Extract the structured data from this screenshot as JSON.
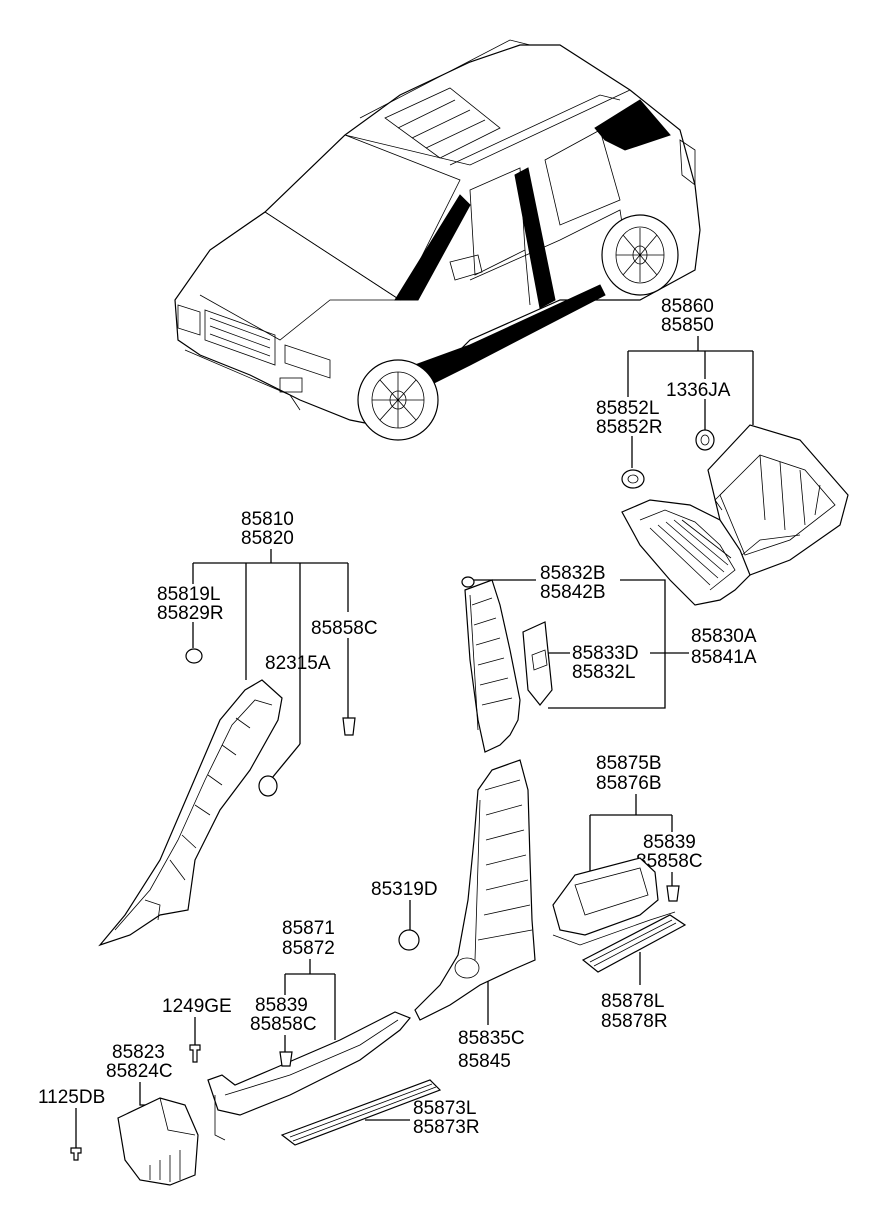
{
  "labels": {
    "g85860": [
      "85860",
      "85850"
    ],
    "p85852": [
      "85852L",
      "85852R"
    ],
    "p1336": [
      "1336JA"
    ],
    "g85810": [
      "85810",
      "85820"
    ],
    "p85819": [
      "85819L",
      "85829R"
    ],
    "p85858c_top": [
      "85858C"
    ],
    "p82315": [
      "82315A"
    ],
    "p85832b": [
      "85832B",
      "85842B"
    ],
    "p85833": [
      "85833D",
      "85832L"
    ],
    "g85830": [
      "85830A",
      "85841A"
    ],
    "g85875": [
      "85875B",
      "85876B"
    ],
    "p85839_r": [
      "85839",
      "85858C"
    ],
    "p85319": [
      "85319D"
    ],
    "g85871": [
      "85871",
      "85872"
    ],
    "p1249": [
      "1249GE"
    ],
    "p85839_l": [
      "85839",
      "85858C"
    ],
    "g85823": [
      "85823",
      "85824C"
    ],
    "p1125": [
      "1125DB"
    ],
    "g85835": [
      "85835C",
      "85845"
    ],
    "p85878": [
      "85878L",
      "85878R"
    ],
    "p85873": [
      "85873L",
      "85873R"
    ]
  }
}
